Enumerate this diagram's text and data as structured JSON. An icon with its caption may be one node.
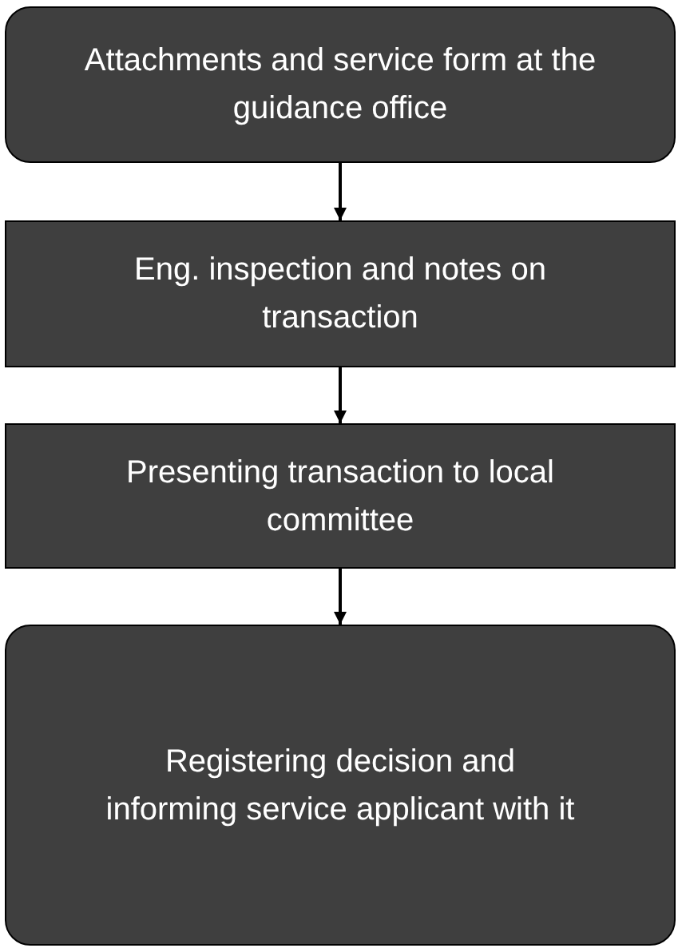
{
  "diagram": {
    "nodes": [
      {
        "text": [
          "Attachments and service form at the guidance office"
        ]
      },
      {
        "text": [
          "Eng. inspection and notes on transaction"
        ]
      },
      {
        "text": [
          "Presenting transaction to local committee"
        ]
      },
      {
        "text": [
          "Registering decision and informing service applicant with it"
        ]
      }
    ],
    "edges": [
      {
        "from": 0,
        "to": 1,
        "arrow": "to"
      },
      {
        "from": 1,
        "to": 2,
        "arrow": "to"
      },
      {
        "from": 2,
        "to": 3,
        "arrow": "to"
      }
    ]
  }
}
